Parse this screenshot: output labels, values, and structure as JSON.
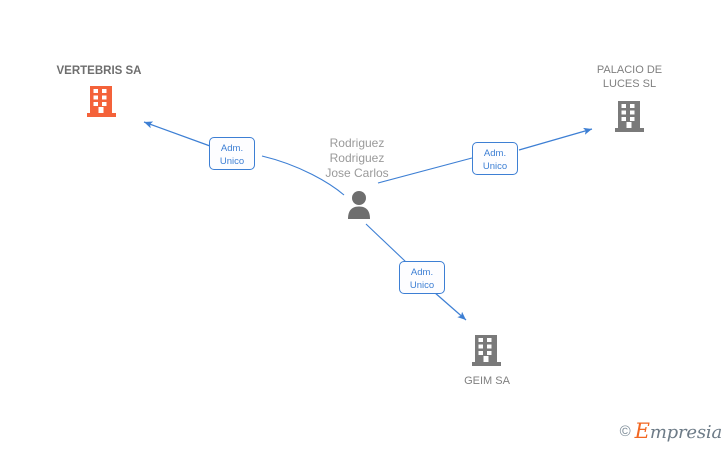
{
  "diagram": {
    "type": "corporate-relationship-graph",
    "person": {
      "name": "Rodriguez\nRodriguez\nJose Carlos",
      "icon": "person-icon",
      "icon_color": "#6e6e6e"
    },
    "companies": [
      {
        "id": "vertebris-sa",
        "name": "VERTEBRIS SA",
        "icon": "building-icon",
        "icon_color": "#f4623a",
        "label_bold": true
      },
      {
        "id": "palacio-de-luces-sl",
        "name": "PALACIO DE\nLUCES SL",
        "icon": "building-icon",
        "icon_color": "#7a7a7a",
        "label_bold": false
      },
      {
        "id": "geim-sa",
        "name": "GEIM SA",
        "icon": "building-icon",
        "icon_color": "#7a7a7a",
        "label_bold": false
      }
    ],
    "relations": [
      {
        "id": "rel-vertebris",
        "label": "Adm.\nUnico",
        "from": "person",
        "to": "vertebris-sa"
      },
      {
        "id": "rel-palacio",
        "label": "Adm.\nUnico",
        "from": "person",
        "to": "palacio-de-luces-sl"
      },
      {
        "id": "rel-geim",
        "label": "Adm.\nUnico",
        "from": "person",
        "to": "geim-sa"
      }
    ],
    "edge_color": "#3d7fd4"
  },
  "watermark": {
    "copyright": "©",
    "brand_initial": "E",
    "brand_rest": "mpresia"
  }
}
